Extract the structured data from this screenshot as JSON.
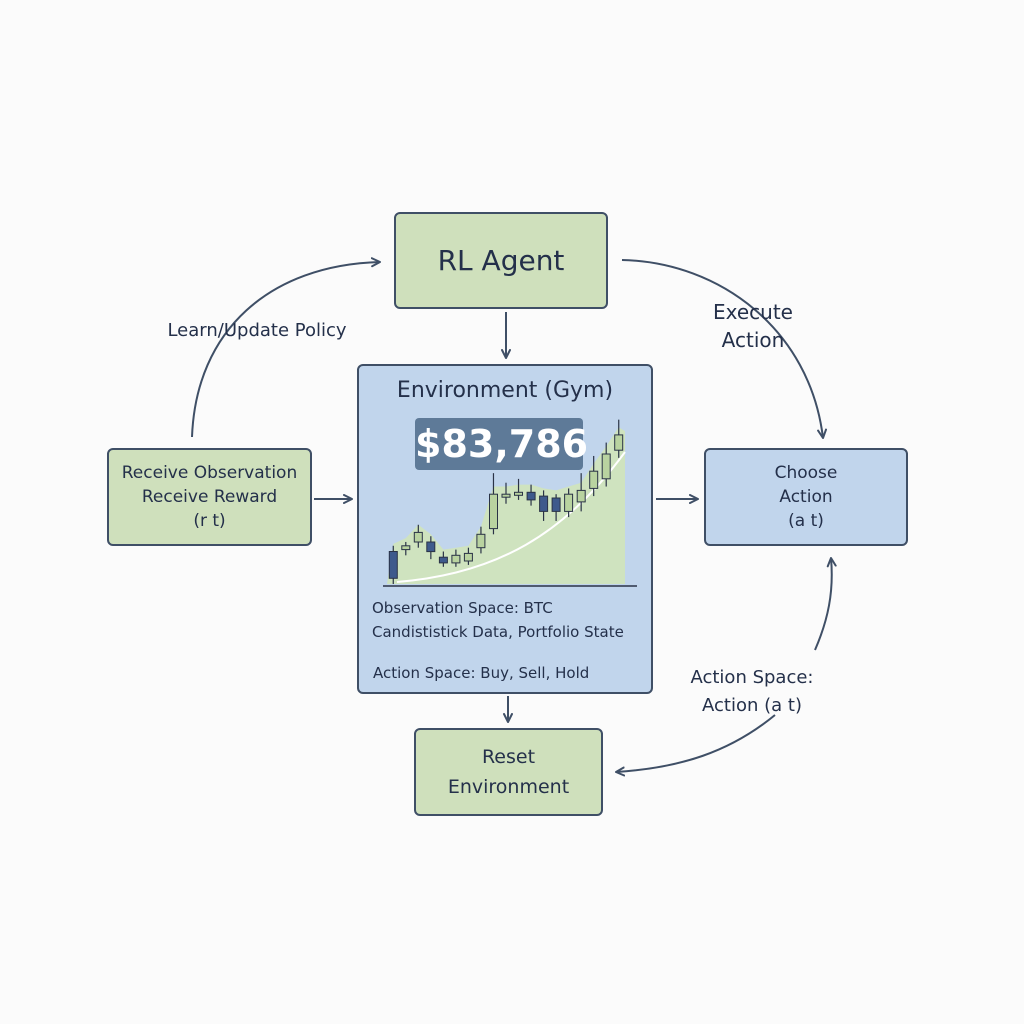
{
  "agent": {
    "label": "RL Agent"
  },
  "observation_box": {
    "lines": [
      "Receive Observation",
      "Receive Reward",
      "(r t)"
    ]
  },
  "environment": {
    "title": "Environment (Gym)",
    "price": "$83,786",
    "observation_space": "Observation Space: BTC Candististick Data, Portfolio State",
    "action_space": "Action Space: Buy, Sell, Hold"
  },
  "choose_box": {
    "lines": [
      "Choose",
      "Action",
      "(a t)"
    ]
  },
  "reset_box": {
    "lines": [
      "Reset",
      "Environment"
    ]
  },
  "edge_labels": {
    "learn_update": "Learn/Update Policy",
    "execute_action": [
      "Execute",
      "Action"
    ],
    "action_space": [
      "Action Space:",
      "Action (a t)"
    ]
  },
  "colors": {
    "green_fill": "#cfe0bc",
    "blue_fill": "#c1d5ec",
    "border": "#3f4f66",
    "price_badge": "#5e7a98",
    "candle_up": "#b9d3a0",
    "candle_down": "#3e5a8c",
    "area_fill": "#cfe3bf"
  },
  "chart_data": {
    "type": "candlestick",
    "candles": [
      {
        "o": 17,
        "c": 3,
        "h": 20,
        "l": 0
      },
      {
        "o": 18,
        "c": 20,
        "h": 22,
        "l": 15
      },
      {
        "o": 22,
        "c": 27,
        "h": 31,
        "l": 19
      },
      {
        "o": 22,
        "c": 17,
        "h": 25,
        "l": 13
      },
      {
        "o": 14,
        "c": 11,
        "h": 17,
        "l": 9
      },
      {
        "o": 11,
        "c": 15,
        "h": 18,
        "l": 9
      },
      {
        "o": 12,
        "c": 16,
        "h": 19,
        "l": 10
      },
      {
        "o": 19,
        "c": 26,
        "h": 30,
        "l": 16
      },
      {
        "o": 29,
        "c": 47,
        "h": 58,
        "l": 26
      },
      {
        "o": 46,
        "c": 47,
        "h": 53,
        "l": 42
      },
      {
        "o": 47,
        "c": 48,
        "h": 55,
        "l": 44
      },
      {
        "o": 48,
        "c": 44,
        "h": 52,
        "l": 41
      },
      {
        "o": 46,
        "c": 38,
        "h": 49,
        "l": 33
      },
      {
        "o": 45,
        "c": 38,
        "h": 47,
        "l": 33
      },
      {
        "o": 38,
        "c": 47,
        "h": 50,
        "l": 35
      },
      {
        "o": 43,
        "c": 49,
        "h": 58,
        "l": 38
      },
      {
        "o": 50,
        "c": 59,
        "h": 67,
        "l": 46
      },
      {
        "o": 55,
        "c": 68,
        "h": 74,
        "l": 51
      },
      {
        "o": 70,
        "c": 78,
        "h": 86,
        "l": 66
      }
    ],
    "ylim": [
      0,
      90
    ]
  }
}
